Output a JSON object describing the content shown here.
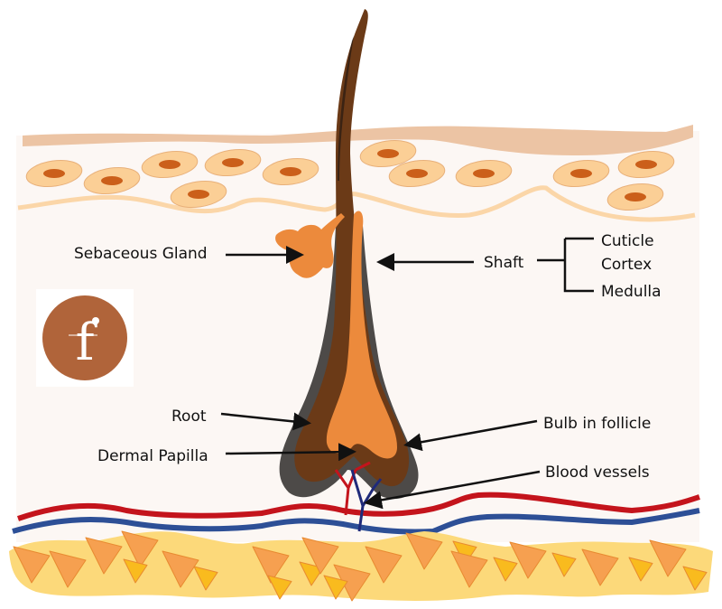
{
  "diagram": {
    "title": "Hair follicle anatomy",
    "labels": {
      "sebaceous_gland": "Sebaceous Gland",
      "shaft": "Shaft",
      "root": "Root",
      "dermal_papilla": "Dermal Papilla",
      "bulb": "Bulb in follicle",
      "blood_vessels": "Blood vessels"
    },
    "shaft_layers": [
      "Cuticle",
      "Cortex",
      "Medulla"
    ],
    "logo": {
      "letter": "f",
      "color": "#b0643a"
    },
    "colors": {
      "epidermis": "#ecc4a4",
      "skin_bg": "#fcf7f4",
      "cell": "#fbcf96",
      "cell_nucleus": "#cb5f1a",
      "hair_dark": "#6b3a17",
      "hair_inner": "#ec8a3c",
      "follicle_sheath": "#4d4a48",
      "artery": "#c4141c",
      "vein": "#2d4f96",
      "fat": "#fcd97a",
      "fat_cell_orange": "#f6a050",
      "fat_cell_yellow": "#f9bb1e"
    }
  }
}
